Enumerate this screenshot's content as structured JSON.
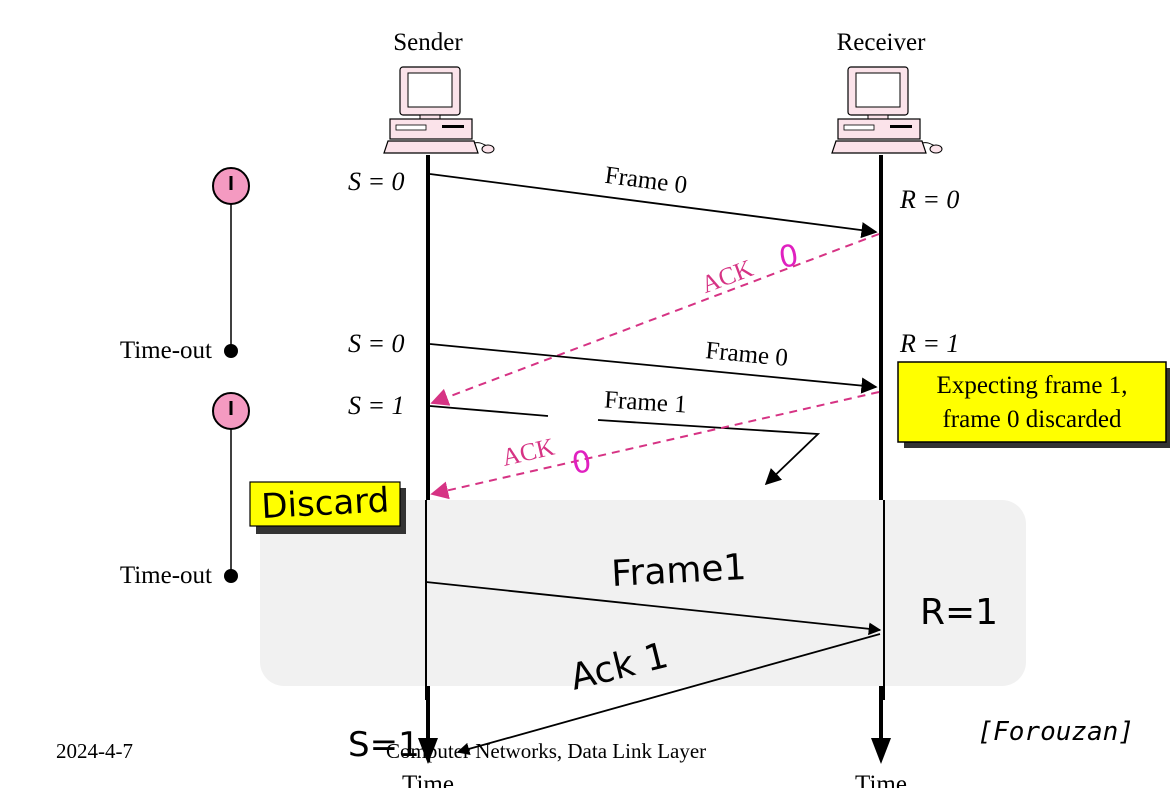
{
  "sender": {
    "label": "Sender",
    "time_label": "Time"
  },
  "receiver": {
    "label": "Receiver",
    "time_label": "Time"
  },
  "timers": [
    {
      "label": "Time-out"
    },
    {
      "label": "Time-out"
    }
  ],
  "sender_states": [
    "S = 0",
    "S = 0",
    "S = 1"
  ],
  "receiver_states": [
    "R = 0",
    "R = 1"
  ],
  "messages": {
    "frame0_first": "Frame 0",
    "ack_first": "ACK",
    "frame0_second": "Frame 0",
    "frame1_lost": "Frame 1",
    "ack_second": "ACK"
  },
  "receiver_note": {
    "line1": "Expecting frame 1,",
    "line2": "frame 0 discarded"
  },
  "handwritten": {
    "ack_digit_1": "0",
    "ack_digit_2": "0",
    "discard": "Discard",
    "frame1": "Frame1",
    "r_state": "R=1",
    "ack1": "Ack 1",
    "s_state": "S=1"
  },
  "footer": {
    "date": "2024-4-7",
    "course": "Computer Networks, Data Link Layer",
    "source": "[Forouzan]"
  },
  "colors": {
    "ack_magenta": "#d63384",
    "pen_magenta": "#e020c0",
    "note_yellow": "#ffff00",
    "timer_pink": "#f49ac1",
    "overlay_gray": "#f1f1f1"
  }
}
